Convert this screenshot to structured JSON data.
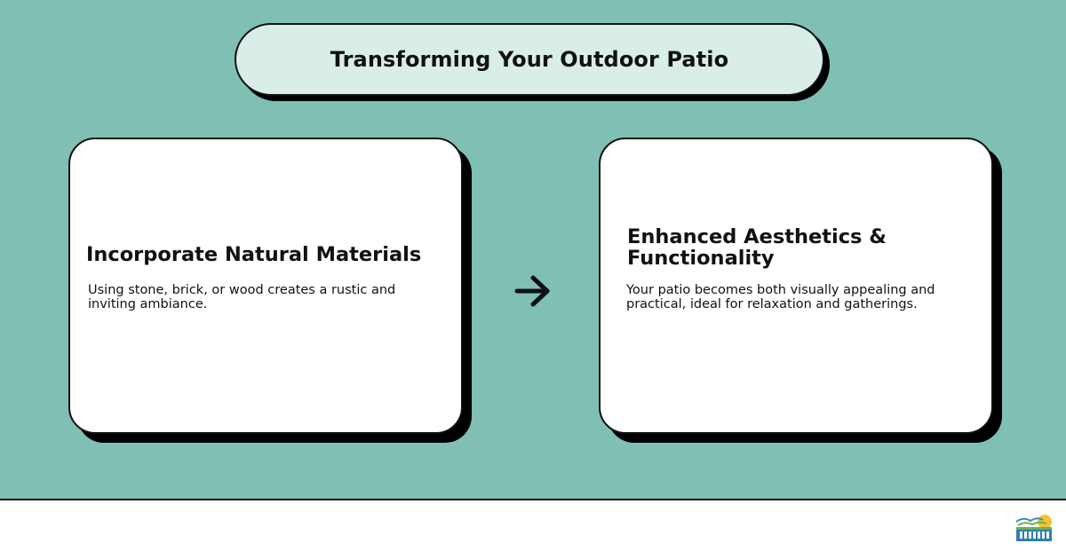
{
  "title": "Transforming Your Outdoor Patio",
  "cards": [
    {
      "heading": "Incorporate Natural Materials",
      "body": "Using stone, brick, or wood creates a rustic and inviting ambiance."
    },
    {
      "heading": "Enhanced Aesthetics & Functionality",
      "body": "Your patio becomes both visually appealing and practical, ideal for relaxation and gatherings."
    }
  ],
  "icons": {
    "connector": "arrow-right-icon",
    "brand": "brand-logo-icon"
  },
  "colors": {
    "background": "#80bfb4",
    "title_fill": "#d9ede9",
    "card_fill": "#ffffff",
    "outline": "#111111",
    "shadow": "#000000",
    "footer": "#ffffff"
  }
}
